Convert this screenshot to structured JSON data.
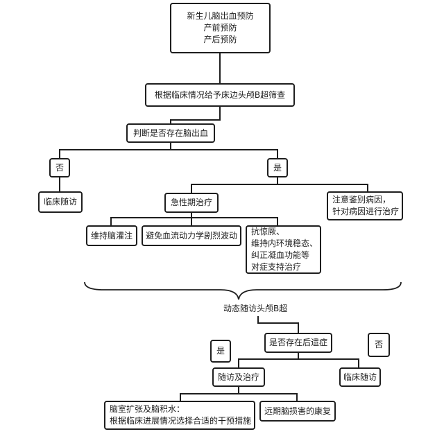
{
  "nodes": {
    "root": [
      "新生儿脑出血预防",
      "产前预防",
      "产后预防"
    ],
    "screening": "根据临床情况给予床边头颅B超筛查",
    "judge": "判断是否存在脑出血",
    "no1": "否",
    "yes1": "是",
    "followup1": "临床随访",
    "acute": "急性期治疗",
    "note": [
      "注意鉴别病因，",
      "针对病因进行治疗"
    ],
    "perfusion": "维持脑灌注",
    "avoid_fluct": "避免血流动力学剧烈波动",
    "support": [
      "抗惊厥、",
      "维持内环境稳态、",
      "纠正凝血功能等",
      "对症支持治疗"
    ],
    "dynamic_followup": "动态随访头颅B超",
    "sequelae": "是否存在后遗症",
    "yes2": "是",
    "no2": "否",
    "followup_treat": "随访及治疗",
    "followup2": "临床随访",
    "hydro": [
      "脑室扩张及脑积水：",
      "根据临床进展情况选择合适的干预措施"
    ],
    "rehab": "远期脑损害的康复"
  },
  "colors": {
    "line": "#1e1e1e",
    "background": "#ffffff"
  }
}
